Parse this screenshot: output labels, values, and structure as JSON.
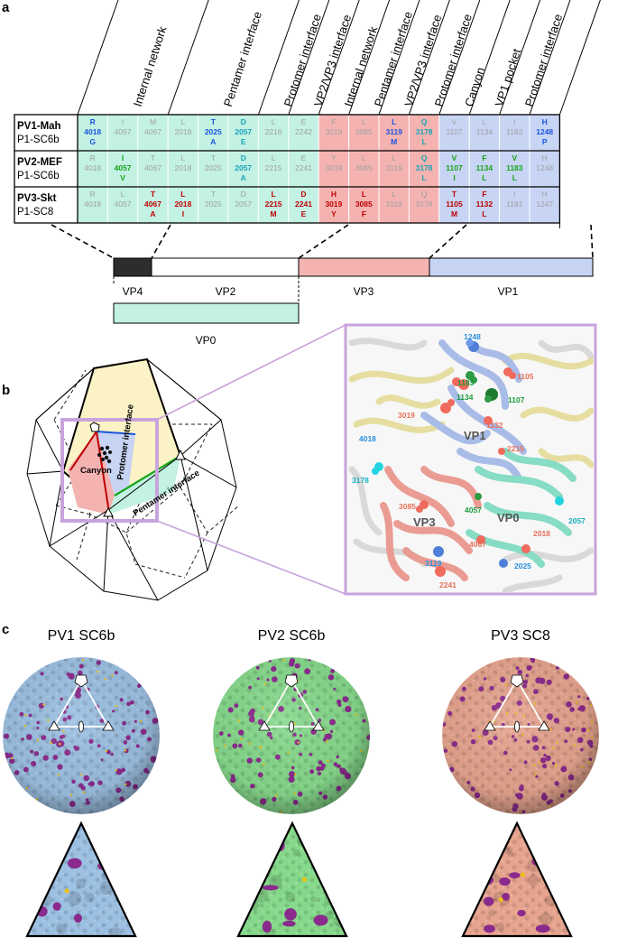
{
  "panel_labels": {
    "a": "a",
    "b": "b",
    "c": "c"
  },
  "colors": {
    "vp0": "#c3f1e3",
    "vp3": "#f4b3b1",
    "vp1": "#c7d4f4",
    "vp4": "#2d2d2d",
    "grey": "#a0a0a0",
    "blue": "#1a55e0",
    "green": "#17a417",
    "cyan": "#16a3b8",
    "red": "#c00000",
    "pv1": "#9cc0e2",
    "pv2": "#86d98b",
    "pv3": "#e6a48e",
    "magenta": "#8a2a8c",
    "yellow": "#f2c10b"
  },
  "columns": [
    "Internal network",
    "Pentamer interface",
    "Protomer interface",
    "VP2/VP3 interface",
    "Internal network",
    "Pentamer interface",
    "VP2/VP3 interface",
    "Protomer interface",
    "Canyon",
    "VP1 pocket",
    "Protomer interface"
  ],
  "rows": [
    {
      "strain": "PV1-Mah",
      "serotype": "P1-SC6b"
    },
    {
      "strain": "PV2-MEF",
      "serotype": "P1-SC6b"
    },
    {
      "strain": "PV3-Skt",
      "serotype": "P1-SC8"
    }
  ],
  "cells": [
    [
      {
        "aa": "R",
        "pos": "4018",
        "mut": "G",
        "c": "blue"
      },
      {
        "aa": "I",
        "pos": "4057",
        "mut": "",
        "c": "grey"
      },
      {
        "aa": "M",
        "pos": "4067",
        "mut": "",
        "c": "grey"
      },
      {
        "aa": "L",
        "pos": "2018",
        "mut": "",
        "c": "grey"
      },
      {
        "aa": "T",
        "pos": "2025",
        "mut": "A",
        "c": "blue"
      },
      {
        "aa": "D",
        "pos": "2057",
        "mut": "E",
        "c": "cyan"
      },
      {
        "aa": "L",
        "pos": "2216",
        "mut": "",
        "c": "grey"
      },
      {
        "aa": "E",
        "pos": "2242",
        "mut": "",
        "c": "grey"
      },
      {
        "aa": "F",
        "pos": "3019",
        "mut": "",
        "c": "grey"
      },
      {
        "aa": "L",
        "pos": "3085",
        "mut": "",
        "c": "grey"
      },
      {
        "aa": "L",
        "pos": "3119",
        "mut": "M",
        "c": "blue"
      },
      {
        "aa": "Q",
        "pos": "3178",
        "mut": "L",
        "c": "cyan"
      },
      {
        "aa": "V",
        "pos": "1107",
        "mut": "",
        "c": "grey"
      },
      {
        "aa": "L",
        "pos": "1134",
        "mut": "",
        "c": "grey"
      },
      {
        "aa": "I",
        "pos": "1183",
        "mut": "",
        "c": "grey"
      },
      {
        "aa": "H",
        "pos": "1248",
        "mut": "P",
        "c": "blue"
      }
    ],
    [
      {
        "aa": "R",
        "pos": "4018",
        "mut": "",
        "c": "grey"
      },
      {
        "aa": "I",
        "pos": "4057",
        "mut": "V",
        "c": "green"
      },
      {
        "aa": "T",
        "pos": "4067",
        "mut": "",
        "c": "grey"
      },
      {
        "aa": "L",
        "pos": "2018",
        "mut": "",
        "c": "grey"
      },
      {
        "aa": "T",
        "pos": "2025",
        "mut": "",
        "c": "grey"
      },
      {
        "aa": "D",
        "pos": "2057",
        "mut": "A",
        "c": "cyan"
      },
      {
        "aa": "L",
        "pos": "2215",
        "mut": "",
        "c": "grey"
      },
      {
        "aa": "E",
        "pos": "2241",
        "mut": "",
        "c": "grey"
      },
      {
        "aa": "Y",
        "pos": "3019",
        "mut": "",
        "c": "grey"
      },
      {
        "aa": "L",
        "pos": "3085",
        "mut": "",
        "c": "grey"
      },
      {
        "aa": "L",
        "pos": "3119",
        "mut": "",
        "c": "grey"
      },
      {
        "aa": "Q",
        "pos": "3178",
        "mut": "L",
        "c": "cyan"
      },
      {
        "aa": "V",
        "pos": "1107",
        "mut": "I",
        "c": "green"
      },
      {
        "aa": "F",
        "pos": "1134",
        "mut": "L",
        "c": "green"
      },
      {
        "aa": "V",
        "pos": "1183",
        "mut": "L",
        "c": "green"
      },
      {
        "aa": "H",
        "pos": "1248",
        "mut": "",
        "c": "grey"
      }
    ],
    [
      {
        "aa": "R",
        "pos": "4018",
        "mut": "",
        "c": "grey"
      },
      {
        "aa": "L",
        "pos": "4057",
        "mut": "",
        "c": "grey"
      },
      {
        "aa": "T",
        "pos": "4067",
        "mut": "A",
        "c": "red"
      },
      {
        "aa": "L",
        "pos": "2018",
        "mut": "I",
        "c": "red"
      },
      {
        "aa": "T",
        "pos": "2025",
        "mut": "",
        "c": "grey"
      },
      {
        "aa": "D",
        "pos": "2057",
        "mut": "",
        "c": "grey"
      },
      {
        "aa": "L",
        "pos": "2215",
        "mut": "M",
        "c": "red"
      },
      {
        "aa": "D",
        "pos": "2241",
        "mut": "E",
        "c": "red"
      },
      {
        "aa": "H",
        "pos": "3019",
        "mut": "Y",
        "c": "red"
      },
      {
        "aa": "L",
        "pos": "3085",
        "mut": "F",
        "c": "red"
      },
      {
        "aa": "L",
        "pos": "3119",
        "mut": "",
        "c": "grey"
      },
      {
        "aa": "Q",
        "pos": "3178",
        "mut": "",
        "c": "grey"
      },
      {
        "aa": "T",
        "pos": "1105",
        "mut": "M",
        "c": "red"
      },
      {
        "aa": "F",
        "pos": "1132",
        "mut": "L",
        "c": "red"
      },
      {
        "aa": "I",
        "pos": "1181",
        "mut": "",
        "c": "grey"
      },
      {
        "aa": "H",
        "pos": "1247",
        "mut": "",
        "c": "grey"
      }
    ]
  ],
  "segments": {
    "vp4": "VP4",
    "vp2": "VP2",
    "vp3": "VP3",
    "vp1": "VP1",
    "vp0": "VP0"
  },
  "diagram_labels": {
    "canyon": "Canyon",
    "protomer": "Protomer interface",
    "pentamer": "Pentamer interface"
  },
  "structure_labels": {
    "vp1": "VP1",
    "vp3": "VP3",
    "vp0": "VP0"
  },
  "residue_labels": [
    {
      "t": "1248",
      "c": "#2a8fe0"
    },
    {
      "t": "1105",
      "c": "#e8705a"
    },
    {
      "t": "1183",
      "c": "#179c3c"
    },
    {
      "t": "1134",
      "c": "#179c3c"
    },
    {
      "t": "1107",
      "c": "#179c3c"
    },
    {
      "t": "3019",
      "c": "#e8705a"
    },
    {
      "t": "1132",
      "c": "#e8705a"
    },
    {
      "t": "4018",
      "c": "#2a8fe0"
    },
    {
      "t": "2215",
      "c": "#e8705a"
    },
    {
      "t": "3178",
      "c": "#16b0c0"
    },
    {
      "t": "3085",
      "c": "#e8705a"
    },
    {
      "t": "4057",
      "c": "#179c3c"
    },
    {
      "t": "2057",
      "c": "#16b0c0"
    },
    {
      "t": "2018",
      "c": "#e8705a"
    },
    {
      "t": "4067",
      "c": "#e8705a"
    },
    {
      "t": "3119",
      "c": "#2a8fe0"
    },
    {
      "t": "2025",
      "c": "#2a8fe0"
    },
    {
      "t": "2241",
      "c": "#e8705a"
    }
  ],
  "virions": [
    {
      "title": "PV1 SC6b",
      "color": "pv1"
    },
    {
      "title": "PV2 SC6b",
      "color": "pv2"
    },
    {
      "title": "PV3 SC8",
      "color": "pv3"
    }
  ]
}
